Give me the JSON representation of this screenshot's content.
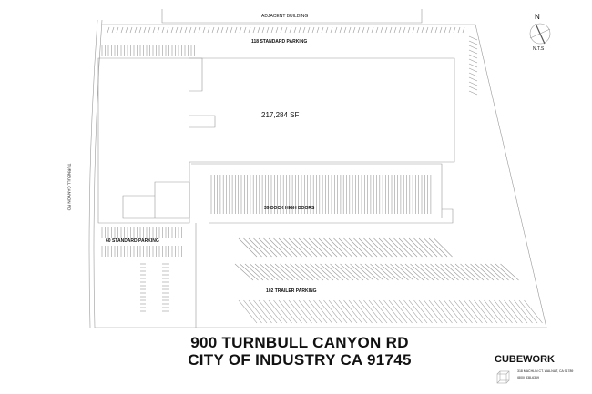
{
  "plan": {
    "adjacent_building": "ADJACENT BUILDING",
    "north_label": "N",
    "scale_note": "N.T.S",
    "street_label": "TURNBULL CANYON RD",
    "top_parking": "118 STANDARD PARKING",
    "building_area": "217,284 SF",
    "dock_doors": "39 DOCK HIGH DOORS",
    "side_parking": "60 STANDARD PARKING",
    "trailer_parking": "102 TRAILER PARKING"
  },
  "title": {
    "line1": "900 TURNBULL CANYON RD",
    "line2": "CITY OF INDUSTRY CA 91745"
  },
  "company": {
    "name": "CUBEWORK",
    "address": "318 MACHLIN CT. WALNUT, CA 91789",
    "phone": "(800) 338-6369"
  },
  "colors": {
    "line": "#999999",
    "text": "#111111"
  }
}
